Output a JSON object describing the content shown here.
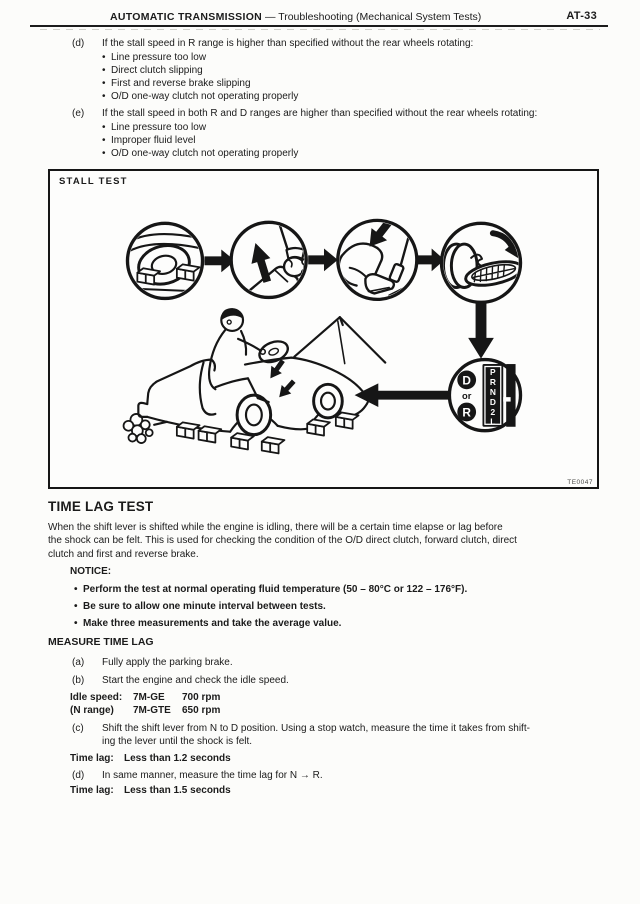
{
  "chars": {
    "bullet": "•"
  },
  "header": {
    "section": "AUTOMATIC TRANSMISSION",
    "subtitle": "—  Troubleshooting (Mechanical System Tests)",
    "page_number": "AT-33"
  },
  "stall_list": {
    "items": [
      {
        "label": "(d)",
        "text": "If the stall speed in R range is higher than specified without the rear wheels rotating:",
        "bullets": [
          "Line pressure too low",
          "Direct clutch slipping",
          "First and reverse brake slipping",
          "O/D one-way clutch not operating properly"
        ]
      },
      {
        "label": "(e)",
        "text": "If the stall speed in both R and D ranges are higher than specified without the rear wheels rotating:",
        "bullets": [
          "Line pressure too low",
          "Improper fluid level",
          "O/D one-way clutch not operating properly"
        ]
      }
    ]
  },
  "figure": {
    "title": "STALL TEST",
    "code": "TE0047",
    "shift_indicator": {
      "d": "D",
      "or": "or",
      "r": "R",
      "gate": [
        "P",
        "R",
        "N",
        "D",
        "2",
        "L"
      ]
    }
  },
  "time_lag": {
    "heading": "TIME LAG TEST",
    "intro_lines": [
      "When the shift lever is shifted while the engine is idling, there will be a certain time elapse or lag before",
      "the shock can be felt. This is used for checking the condition of the O/D direct clutch, forward clutch, direct",
      "clutch and first and reverse brake."
    ],
    "notice_label": "NOTICE:",
    "notice_bullets": [
      "Perform the test at normal operating fluid temperature (50 – 80°C or 122 – 176°F).",
      "Be sure to allow one minute interval between tests.",
      "Make three measurements and take the average value."
    ],
    "measure_heading": "MEASURE TIME LAG",
    "step_a": {
      "label": "(a)",
      "text": "Fully apply the parking brake."
    },
    "step_b": {
      "label": "(b)",
      "text": "Start the engine and check the idle speed."
    },
    "idle_spec": {
      "rows": [
        {
          "c1": "Idle speed:",
          "c2": "7M-GE",
          "c3": "700 rpm"
        },
        {
          "c1": "(N range)",
          "c2": "7M-GTE",
          "c3": "650 rpm"
        }
      ]
    },
    "step_c": {
      "label": "(c)",
      "lines": [
        "Shift the shift lever from N to D position. Using a stop watch, measure the time it takes from shift-",
        "ing the lever until the shock is felt."
      ]
    },
    "time_lag_1": {
      "label": "Time lag:",
      "value": "Less than 1.2 seconds"
    },
    "step_d": {
      "label": "(d)",
      "text": "In same manner, measure the time lag for N → R."
    },
    "time_lag_2": {
      "label": "Time lag:",
      "value": "Less than 1.5 seconds"
    }
  }
}
